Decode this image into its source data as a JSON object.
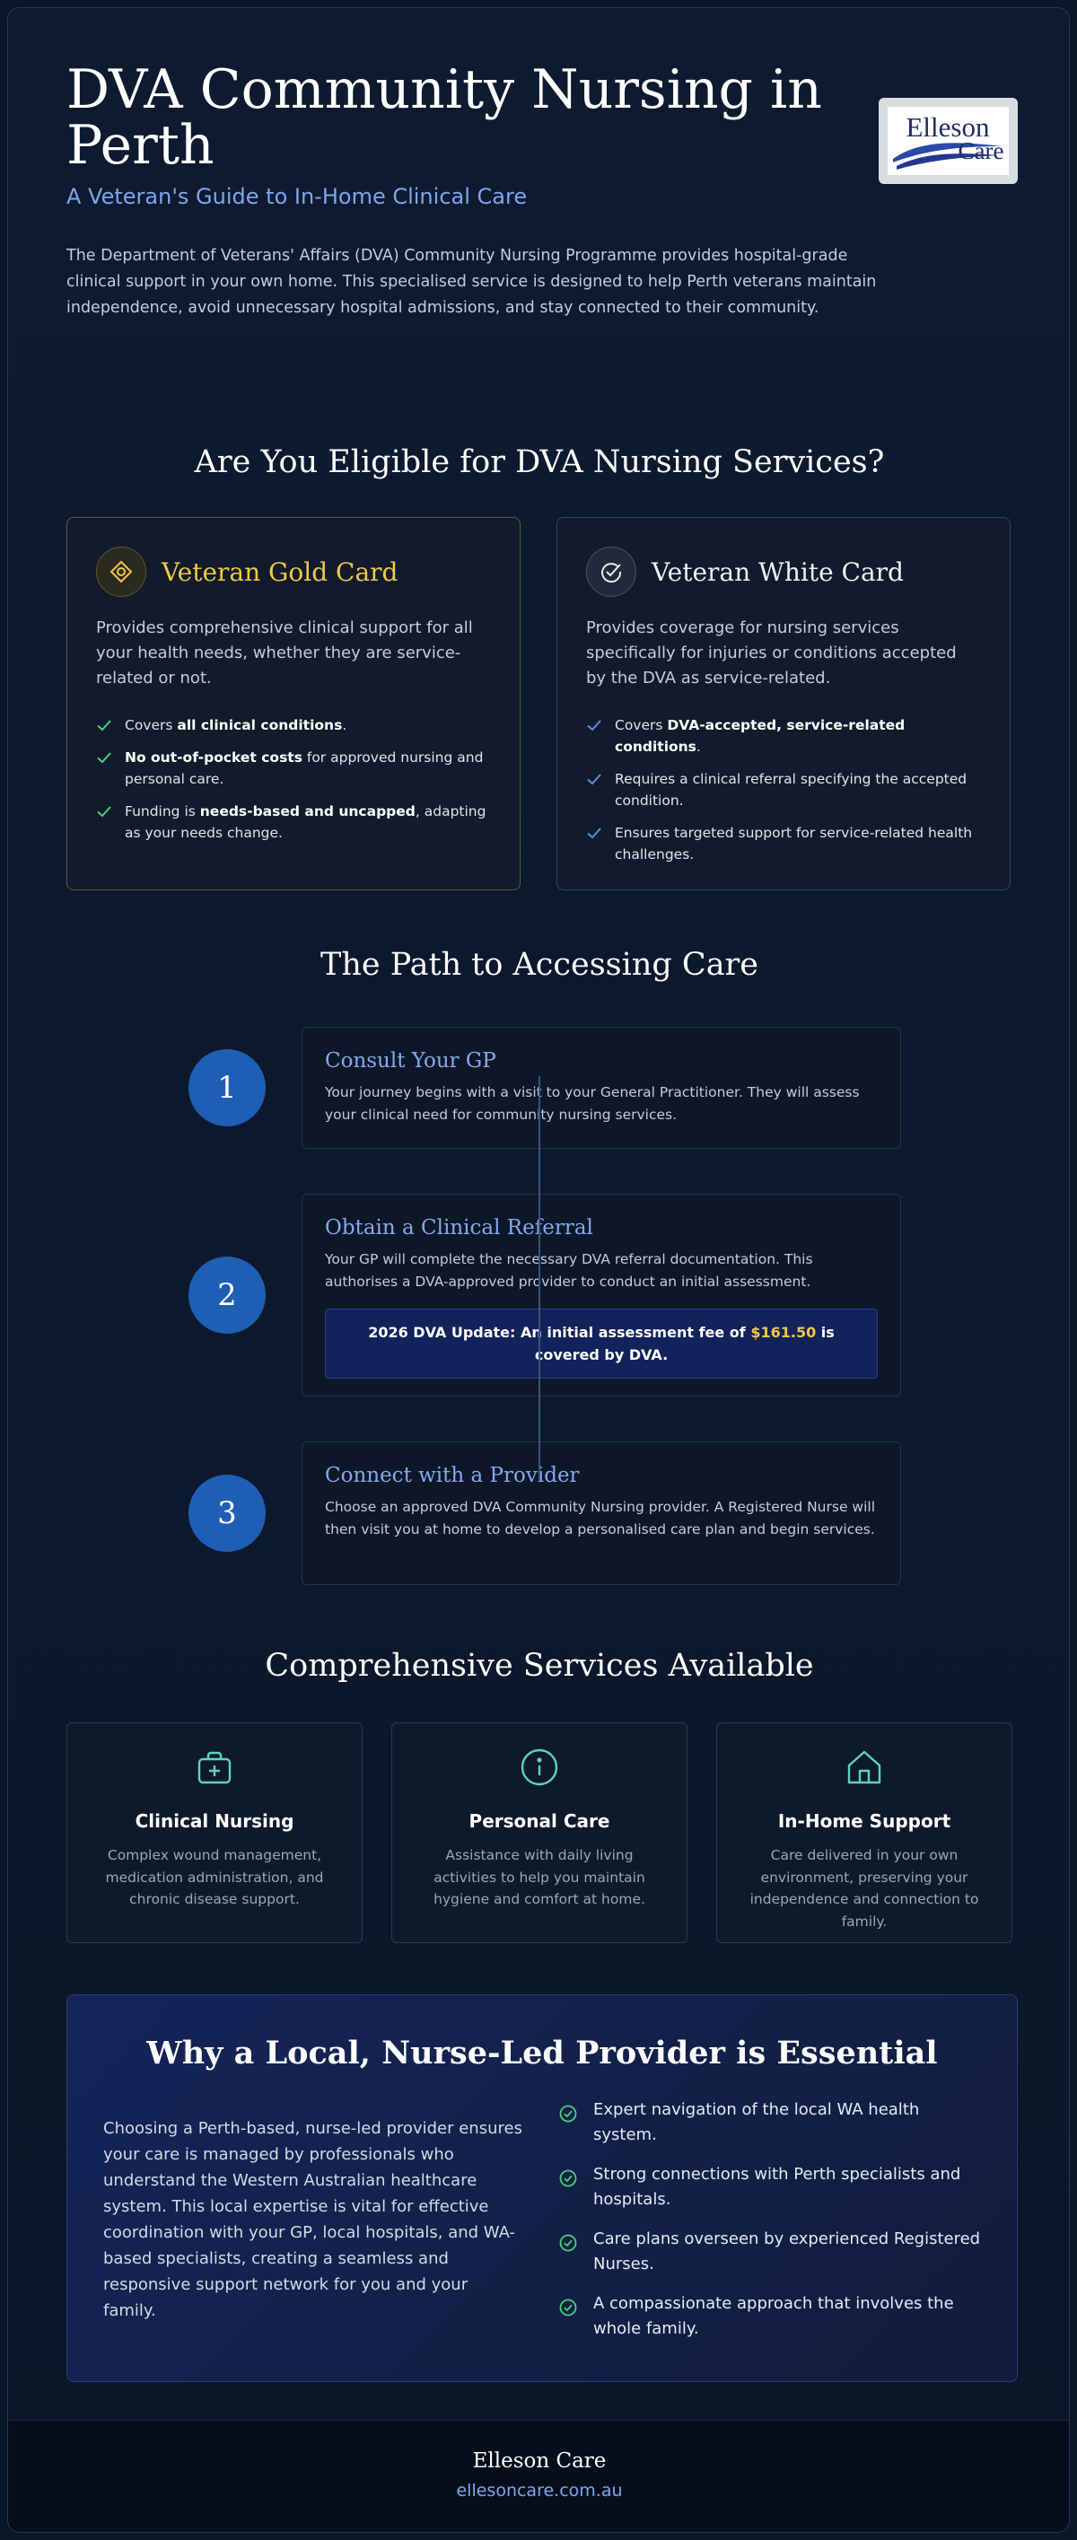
{
  "header": {
    "title": "DVA Community Nursing in Perth",
    "subtitle": "A Veteran's Guide to In-Home Clinical Care",
    "intro": "The Department of Veterans' Affairs (DVA) Community Nursing Programme provides hospital-grade clinical support in your own home. This specialised service is designed to help Perth veterans maintain independence, avoid unnecessary hospital admissions, and stay connected to their community.",
    "logo_text_top": "Elleson",
    "logo_text_bottom": "Care"
  },
  "eligibility": {
    "heading": "Are You Eligible for DVA Nursing Services?",
    "gold": {
      "icon": "gold-card-icon",
      "title": "Veteran Gold Card",
      "description": "Provides comprehensive clinical support for all your health needs, whether they are service-related or not.",
      "bullets": [
        {
          "pre": "Covers ",
          "bold": "all clinical conditions",
          "post": "."
        },
        {
          "pre": "",
          "bold": "No out-of-pocket costs",
          "post": " for approved nursing and personal care."
        },
        {
          "pre": "Funding is ",
          "bold": "needs-based and uncapped",
          "post": ", adapting as your needs change."
        }
      ],
      "check_color": "#4ad07a"
    },
    "white": {
      "icon": "white-card-icon",
      "title": "Veteran White Card",
      "description": "Provides coverage for nursing services specifically for injuries or conditions accepted by the DVA as service-related.",
      "bullets": [
        {
          "pre": "Covers ",
          "bold": "DVA-accepted, service-related conditions",
          "post": "."
        },
        {
          "pre": "Requires a clinical referral specifying the accepted condition.",
          "bold": "",
          "post": ""
        },
        {
          "pre": "Ensures targeted support for service-related health challenges.",
          "bold": "",
          "post": ""
        }
      ],
      "check_color": "#5b8fe6"
    }
  },
  "path": {
    "heading": "The Path to Accessing Care",
    "steps": [
      {
        "number": "1",
        "title": "Consult Your GP",
        "text": "Your journey begins with a visit to your General Practitioner. They will assess your clinical need for community nursing services."
      },
      {
        "number": "2",
        "title": "Obtain a Clinical Referral",
        "text": "Your GP will complete the necessary DVA referral documentation. This authorises a DVA-approved provider to conduct an initial assessment.",
        "update_pre": "2026 DVA Update: An initial assessment fee of ",
        "update_fee": "$161.50",
        "update_post": " is covered by DVA."
      },
      {
        "number": "3",
        "title": "Connect with a Provider",
        "text": "Choose an approved DVA Community Nursing provider. A Registered Nurse will then visit you at home to develop a personalised care plan and begin services."
      }
    ]
  },
  "services": {
    "heading": "Comprehensive Services Available",
    "items": [
      {
        "icon": "medical-bag-icon",
        "title": "Clinical Nursing",
        "text": "Complex wound management, medication administration, and chronic disease support."
      },
      {
        "icon": "info-icon",
        "title": "Personal Care",
        "text": "Assistance with daily living activities to help you maintain hygiene and comfort at home."
      },
      {
        "icon": "home-icon",
        "title": "In-Home Support",
        "text": "Care delivered in your own environment, preserving your independence and connection to family."
      }
    ],
    "accent": "#5fd3c0"
  },
  "why": {
    "heading": "Why a Local, Nurse-Led Provider is Essential",
    "text": "Choosing a Perth-based, nurse-led provider ensures your care is managed by professionals who understand the Western Australian healthcare system. This local expertise is vital for effective coordination with your GP, local hospitals, and WA-based specialists, creating a seamless and responsive support network for you and your family.",
    "points": [
      "Expert navigation of the local WA health system.",
      "Strong connections with Perth specialists and hospitals.",
      "Care plans overseen by experienced Registered Nurses.",
      "A compassionate approach that involves the whole family."
    ]
  },
  "footer": {
    "name": "Elleson Care",
    "link": "ellesoncare.com.au"
  }
}
